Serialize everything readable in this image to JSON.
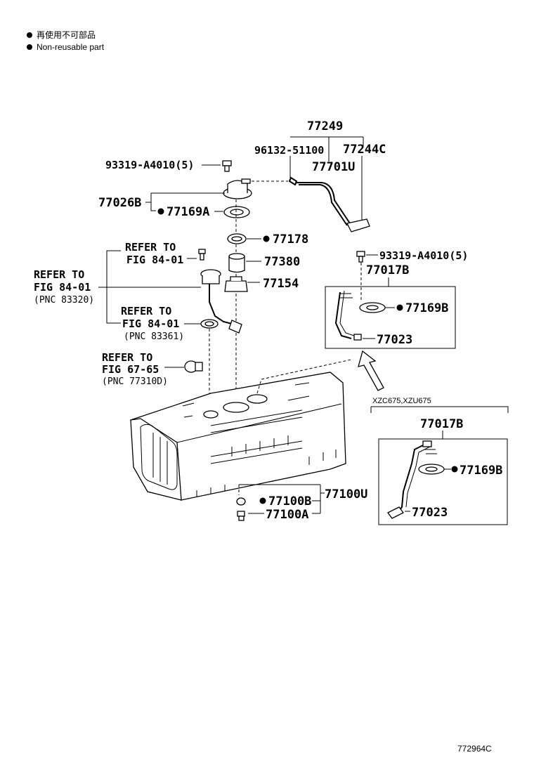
{
  "legend": {
    "jp": "再使用不可部品",
    "en": "Non-reusable part"
  },
  "parts": {
    "p77249": "77249",
    "p96132": "96132-51100",
    "p77244c": "77244C",
    "p93319_top": "93319-A4010(5)",
    "p77701u": "77701U",
    "p77026b": "77026B",
    "p77169a": "77169A",
    "p77178": "77178",
    "p77380": "77380",
    "p77154": "77154",
    "p93319_right": "93319-A4010(5)",
    "p77017b_top": "77017B",
    "p77169b_top": "77169B",
    "p77023_top": "77023",
    "p77017b_bot": "77017B",
    "p77169b_bot": "77169B",
    "p77023_bot": "77023",
    "p77100u": "77100U",
    "p77100b": "77100B",
    "p77100a": "77100A"
  },
  "refs": {
    "r1_a": "REFER TO",
    "r1_b": "FIG 84-01",
    "r2_a": "REFER TO",
    "r2_b": "FIG 84-01",
    "r2_c": "(PNC 83320)",
    "r3_a": "REFER TO",
    "r3_b": "FIG 84-01",
    "r3_c": "(PNC 83361)",
    "r4_a": "REFER TO",
    "r4_b": "FIG 67-65",
    "r4_c": "(PNC 77310D)"
  },
  "variant_label": "XZC675,XZU675",
  "figure_id": "772964C"
}
